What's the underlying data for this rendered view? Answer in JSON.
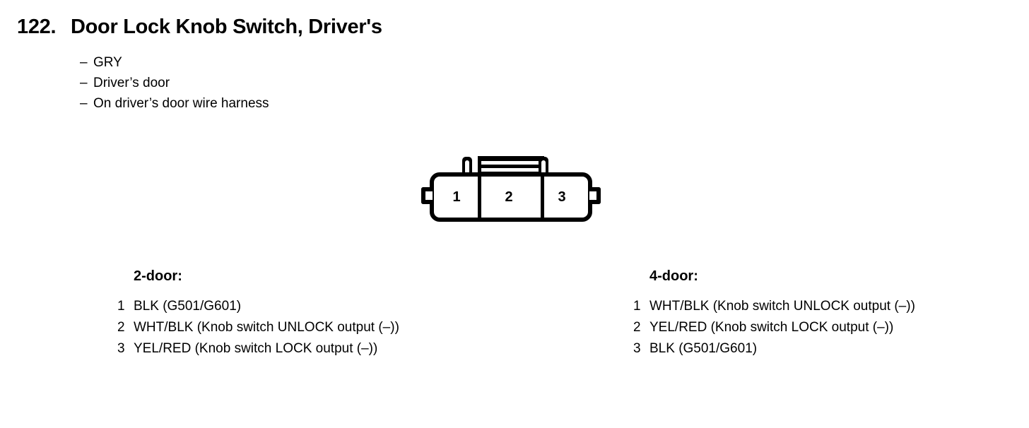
{
  "page": {
    "section_number": "122.",
    "title": "Door Lock Knob Switch, Driver's",
    "bullets": [
      {
        "dash": "–",
        "text": "GRY"
      },
      {
        "dash": "–",
        "text": "Driver’s door"
      },
      {
        "dash": "–",
        "text": "On driver’s door wire harness"
      }
    ]
  },
  "connector": {
    "name": "3-pin connector",
    "pins": [
      {
        "number": "1"
      },
      {
        "number": "2"
      },
      {
        "number": "3"
      }
    ]
  },
  "pin_tables": [
    {
      "id": "two-door",
      "title": "2-door:",
      "rows": [
        {
          "index": "1",
          "label": "BLK (G501/G601)"
        },
        {
          "index": "2",
          "label": "WHT/BLK (Knob switch UNLOCK output (–))"
        },
        {
          "index": "3",
          "label": "YEL/RED (Knob switch LOCK output (–))"
        }
      ]
    },
    {
      "id": "four-door",
      "title": "4-door:",
      "rows": [
        {
          "index": "1",
          "label": "WHT/BLK (Knob switch UNLOCK output (–))"
        },
        {
          "index": "2",
          "label": "YEL/RED (Knob switch LOCK output (–))"
        },
        {
          "index": "3",
          "label": "BLK (G501/G601)"
        }
      ]
    }
  ],
  "colors": {
    "ink": "#000000",
    "paper": "#ffffff"
  }
}
